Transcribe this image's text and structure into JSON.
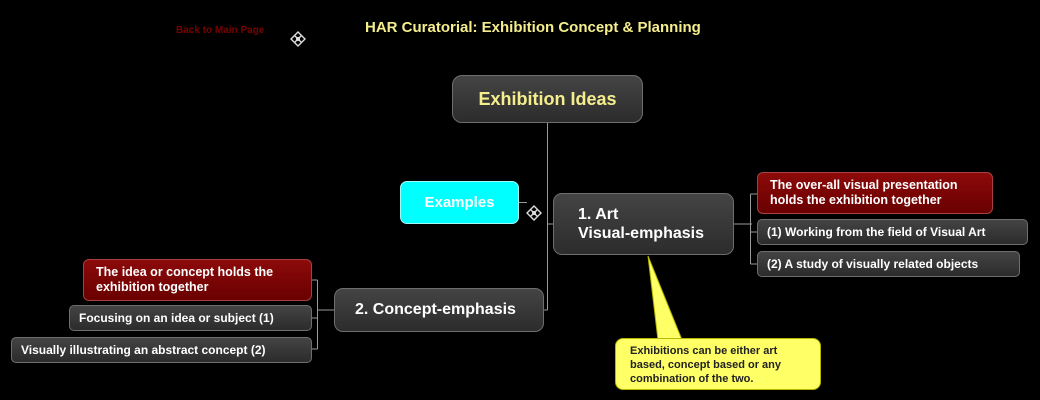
{
  "header": {
    "back_link": "Back to Main Page",
    "title": "HAR Curatorial: Exhibition Concept & Planning"
  },
  "map": {
    "central_topic": "Exhibition Ideas",
    "examples": "Examples",
    "art_branch": {
      "line1": "1. Art",
      "line2": "Visual-emphasis",
      "summary": {
        "line1": "The over-all visual presentation",
        "line2": "holds the exhibition together"
      },
      "items": [
        "(1) Working from the field of Visual Art",
        "(2) A study of visually related objects"
      ]
    },
    "concept_branch": {
      "label": "2. Concept-emphasis",
      "summary": {
        "line1": "The idea or concept holds the",
        "line2": "exhibition together"
      },
      "items": [
        "Focusing on an idea or subject (1)",
        "Visually illustrating an abstract concept (2)"
      ]
    },
    "callout": {
      "line1": "Exhibitions can be either art",
      "line2": "based, concept based or any",
      "line3": "combination of the two."
    }
  },
  "colors": {
    "background": "#000000",
    "title": "#f5ee8c",
    "node": "#3a3a3a",
    "summary_node": "#7a0000",
    "examples_node": "#00ffff",
    "callout": "#ffff66",
    "connector": "#9a9a9a"
  },
  "icons": {
    "hub": "hub-link-icon"
  }
}
